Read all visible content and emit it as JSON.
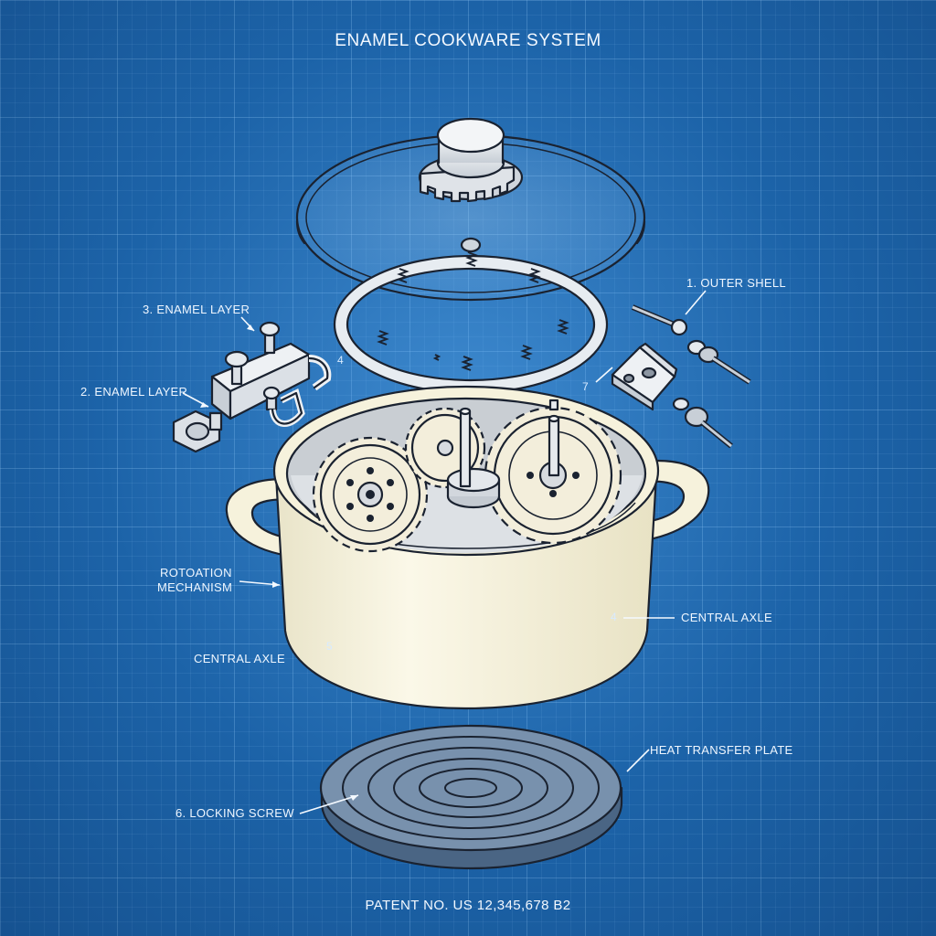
{
  "title": "ENAMEL COOKWARE SYSTEM",
  "patent": "PATENT NO. US 12,345,678 B2",
  "labels": {
    "outer_shell": "1. OUTER SHELL",
    "enamel_layer_3": "3. ENAMEL LAYER",
    "enamel_layer_2": "2. ENAMEL LAYER",
    "rotation_line1": "ROTOATION",
    "rotation_line2": "MECHANISM",
    "central_axle_right": "CENTRAL AXLE",
    "central_axle_left": "CENTRAL AXLE",
    "heat_transfer_plate": "HEAT TRANSFER PLATE",
    "locking_screw": "6. LOCKING SCREW"
  },
  "callout_numbers": {
    "n4_left": "4",
    "n7": "7",
    "n4_right": "4",
    "n5": "5"
  },
  "colors": {
    "background": "#1c63a8",
    "enamel": "#f6f2dc",
    "metal": "#e6eaee",
    "plate": "#5e7996",
    "ink": "#1a2230"
  }
}
